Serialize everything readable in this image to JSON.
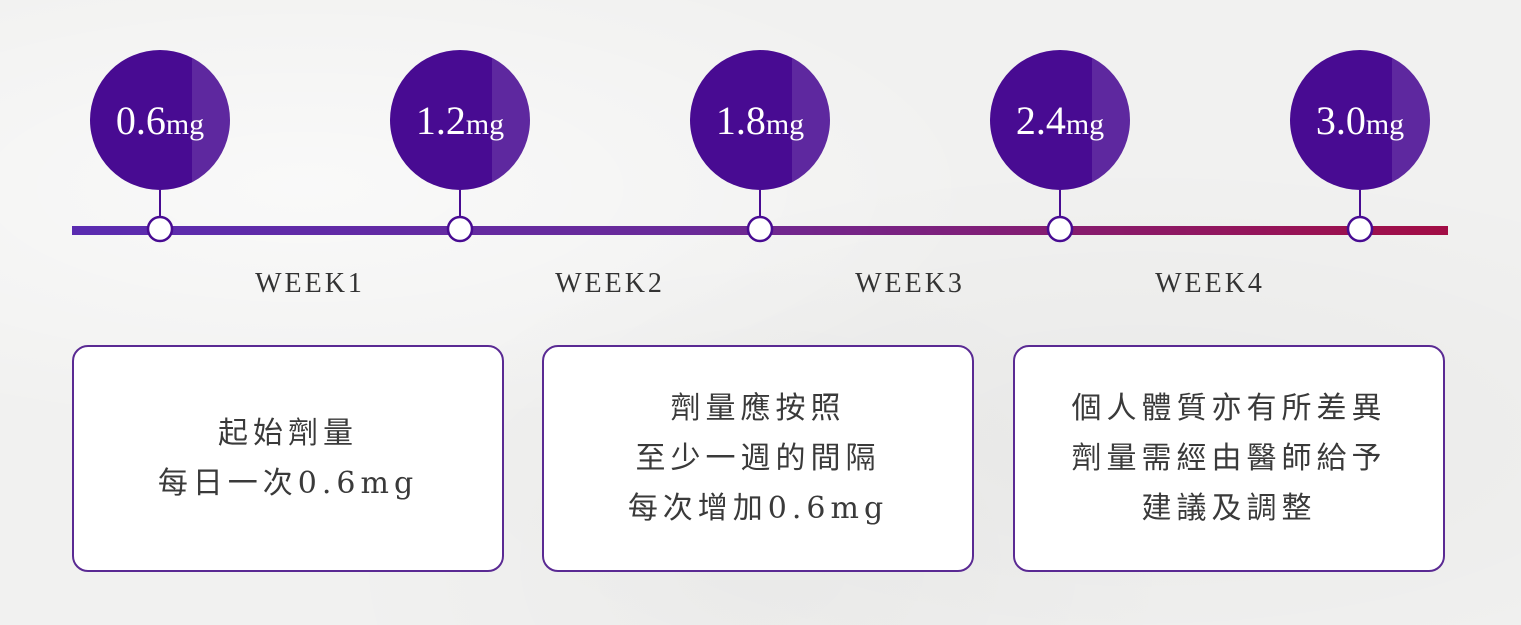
{
  "doses": [
    {
      "amount": "0.6",
      "unit": "mg"
    },
    {
      "amount": "1.2",
      "unit": "mg"
    },
    {
      "amount": "1.8",
      "unit": "mg"
    },
    {
      "amount": "2.4",
      "unit": "mg"
    },
    {
      "amount": "3.0",
      "unit": "mg"
    }
  ],
  "weeks": [
    "WEEK1",
    "WEEK2",
    "WEEK3",
    "WEEK4"
  ],
  "boxes": [
    {
      "lines": [
        "起始劑量",
        "每日一次0.6mg"
      ]
    },
    {
      "lines": [
        "劑量應按照",
        "至少一週的間隔",
        "每次增加0.6mg"
      ]
    },
    {
      "lines": [
        "個人體質亦有所差異",
        "劑量需經由醫師給予",
        "建議及調整"
      ]
    }
  ],
  "colors": {
    "circle": "#480b92",
    "line_start": "#5a2bb0",
    "line_end": "#a20d45",
    "box_border": "#5a2a93",
    "text": "#333333"
  }
}
